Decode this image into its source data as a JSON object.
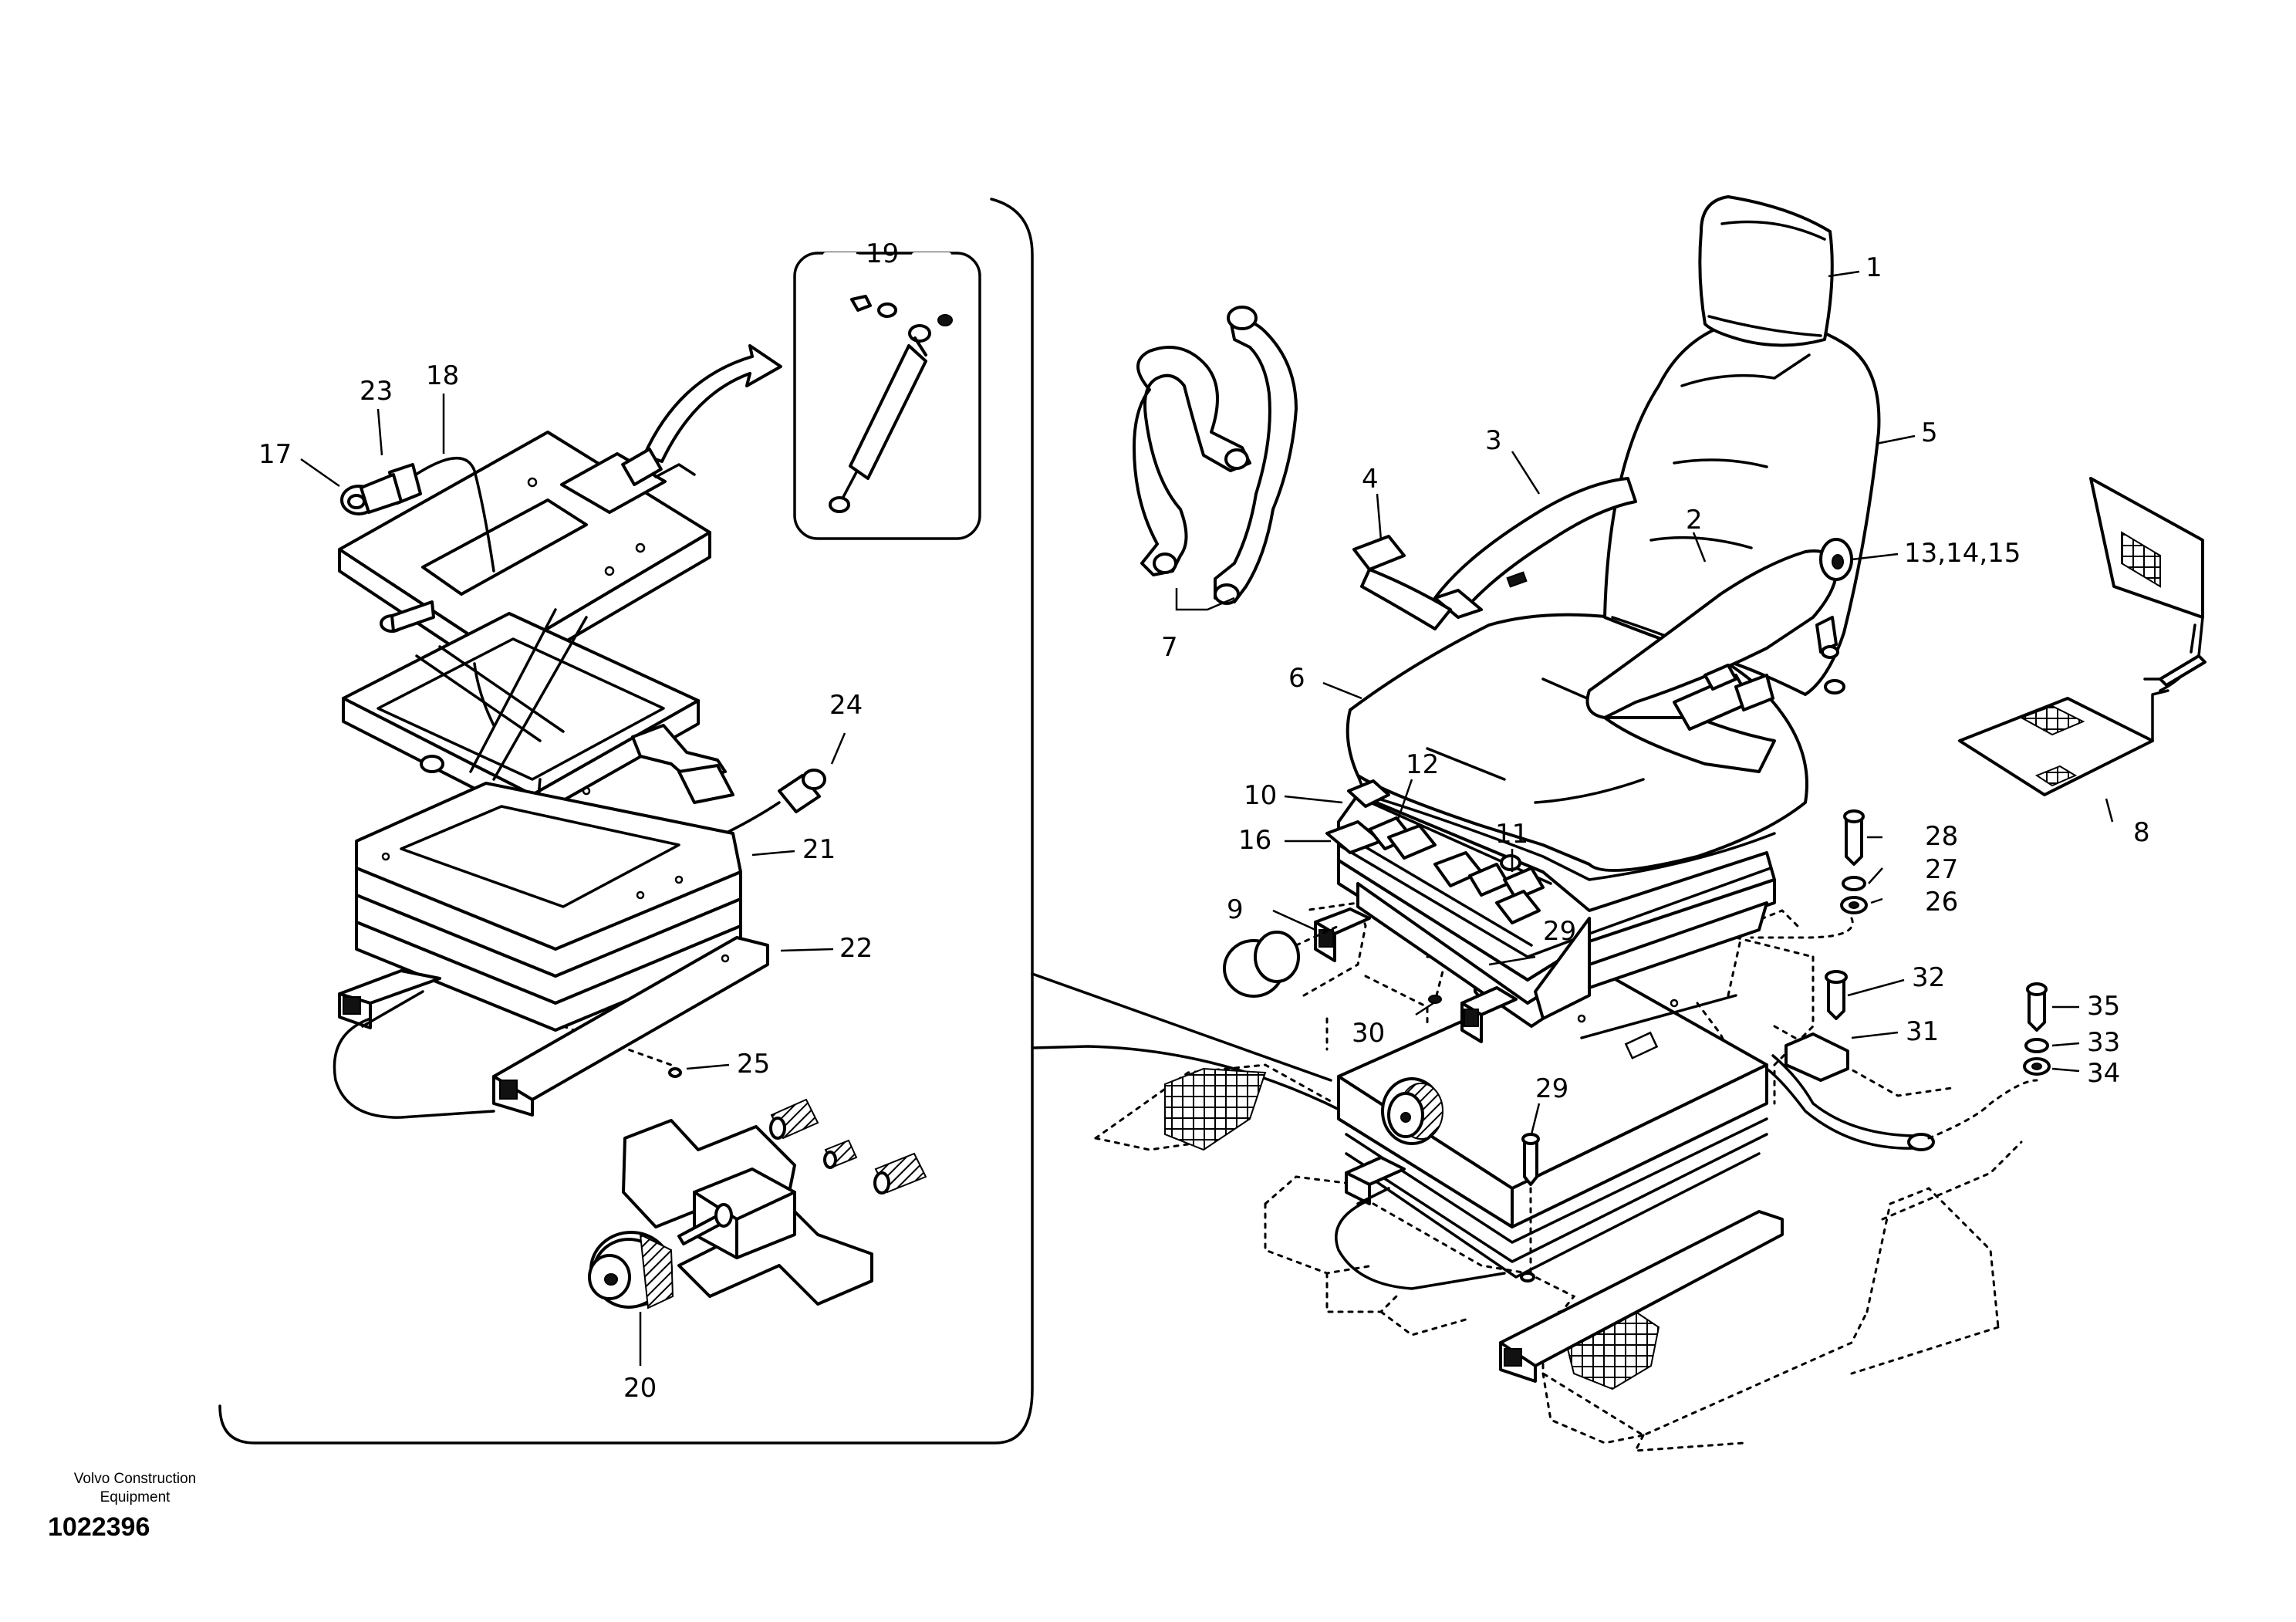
{
  "footer": {
    "company": "Volvo Construction Equipment",
    "drawing_number": "1022396"
  },
  "callouts": [
    {
      "id": "c1",
      "text": "1"
    },
    {
      "id": "c2",
      "text": "2"
    },
    {
      "id": "c3",
      "text": "3"
    },
    {
      "id": "c4",
      "text": "4"
    },
    {
      "id": "c5",
      "text": "5"
    },
    {
      "id": "c6",
      "text": "6"
    },
    {
      "id": "c7",
      "text": "7"
    },
    {
      "id": "c8",
      "text": "8"
    },
    {
      "id": "c9",
      "text": "9"
    },
    {
      "id": "c10",
      "text": "10"
    },
    {
      "id": "c11",
      "text": "11"
    },
    {
      "id": "c12",
      "text": "12"
    },
    {
      "id": "c13",
      "text": "13,14,15"
    },
    {
      "id": "c16",
      "text": "16"
    },
    {
      "id": "c17",
      "text": "17"
    },
    {
      "id": "c18",
      "text": "18"
    },
    {
      "id": "c19",
      "text": "19"
    },
    {
      "id": "c20",
      "text": "20"
    },
    {
      "id": "c21",
      "text": "21"
    },
    {
      "id": "c22",
      "text": "22"
    },
    {
      "id": "c23",
      "text": "23"
    },
    {
      "id": "c24",
      "text": "24"
    },
    {
      "id": "c25",
      "text": "25"
    },
    {
      "id": "c26",
      "text": "26"
    },
    {
      "id": "c27",
      "text": "27"
    },
    {
      "id": "c28",
      "text": "28"
    },
    {
      "id": "c29a",
      "text": "29"
    },
    {
      "id": "c29b",
      "text": "29"
    },
    {
      "id": "c30",
      "text": "30"
    },
    {
      "id": "c31",
      "text": "31"
    },
    {
      "id": "c32",
      "text": "32"
    },
    {
      "id": "c33",
      "text": "33"
    },
    {
      "id": "c34",
      "text": "34"
    },
    {
      "id": "c35",
      "text": "35"
    }
  ]
}
